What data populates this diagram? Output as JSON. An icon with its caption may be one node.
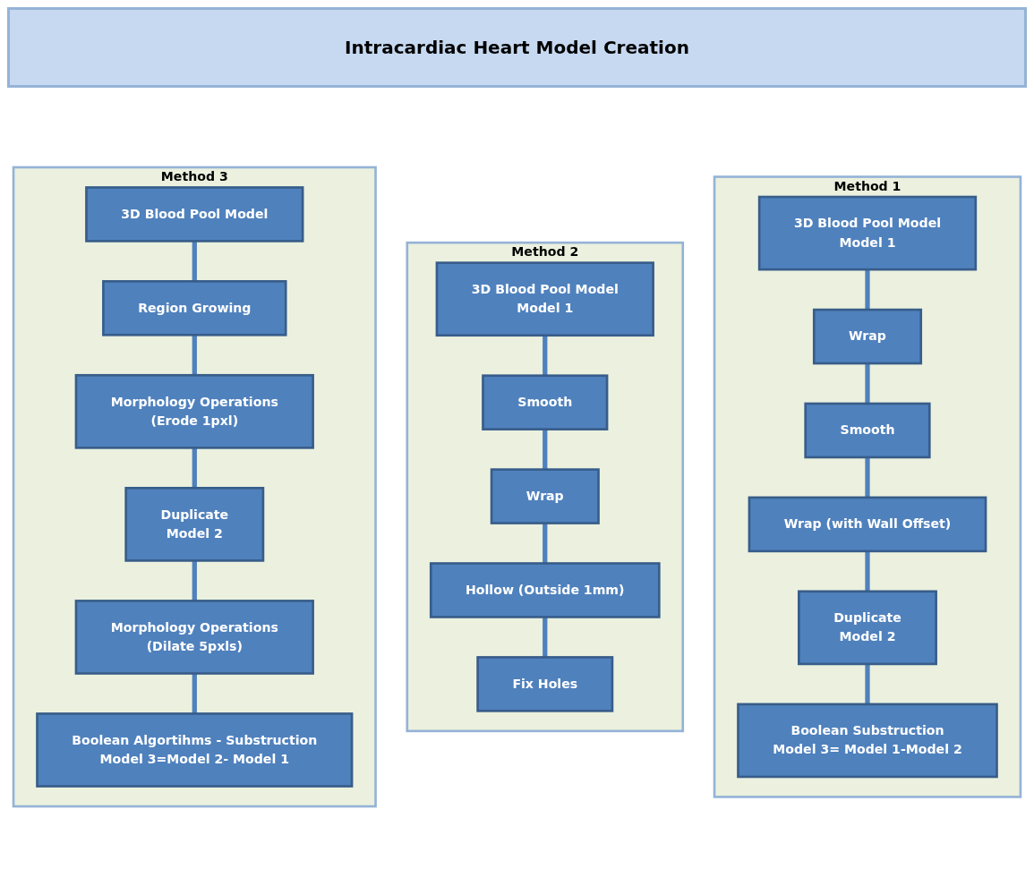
{
  "diagram": {
    "title": "Intracardiac Heart Model Creation",
    "nodes": [
      {
        "text": [
          "Method 1"
        ]
      },
      {
        "text": [
          "3D Blood Pool Model",
          "Model 1"
        ],
        "in": 0
      },
      {
        "text": [
          "Wrap"
        ],
        "in": 0
      },
      {
        "text": [
          "Smooth"
        ],
        "in": 0
      },
      {
        "text": [
          "Wrap (with Wall Offset)"
        ],
        "in": 0
      },
      {
        "text": [
          "Duplicate",
          "Model 2"
        ],
        "in": 0
      },
      {
        "text": [
          "Boolean Substruction",
          "Model 3= Model 1-Model 2"
        ],
        "in": 0
      },
      {
        "text": [
          "Method 2"
        ]
      },
      {
        "text": [
          "3D Blood Pool Model",
          "Model 1"
        ],
        "in": 7
      },
      {
        "text": [
          "Smooth"
        ],
        "in": 7
      },
      {
        "text": [
          "Wrap"
        ],
        "in": 7
      },
      {
        "text": [
          "Hollow (Outside 1mm)"
        ],
        "in": 7
      },
      {
        "text": [
          "Fix Holes"
        ],
        "in": 7
      },
      {
        "text": [
          "Method 3"
        ]
      },
      {
        "text": [
          "3D Blood Pool Model"
        ],
        "in": 13
      },
      {
        "text": [
          "Region Growing"
        ],
        "in": 13
      },
      {
        "text": [
          "Morphology Operations",
          "(Erode 1pxl)"
        ],
        "in": 13
      },
      {
        "text": [
          "Duplicate",
          "Model 2"
        ],
        "in": 13
      },
      {
        "text": [
          "Morphology Operations",
          "(Dilate 5pxls)"
        ],
        "in": 13
      },
      {
        "text": [
          "Boolean Algortihms - Substruction",
          "Model 3=Model 2- Model 1"
        ],
        "in": 13
      }
    ],
    "edges": [
      {
        "from": 1,
        "to": 2,
        "arrow": "none"
      },
      {
        "from": 2,
        "to": 3,
        "arrow": "none"
      },
      {
        "from": 3,
        "to": 4,
        "arrow": "none"
      },
      {
        "from": 4,
        "to": 5,
        "arrow": "none"
      },
      {
        "from": 5,
        "to": 6,
        "arrow": "none"
      },
      {
        "from": 8,
        "to": 9,
        "arrow": "none"
      },
      {
        "from": 9,
        "to": 10,
        "arrow": "none"
      },
      {
        "from": 10,
        "to": 11,
        "arrow": "none"
      },
      {
        "from": 11,
        "to": 12,
        "arrow": "none"
      },
      {
        "from": 14,
        "to": 15,
        "arrow": "none"
      },
      {
        "from": 15,
        "to": 16,
        "arrow": "none"
      },
      {
        "from": 16,
        "to": 17,
        "arrow": "none"
      },
      {
        "from": 17,
        "to": 18,
        "arrow": "none"
      },
      {
        "from": 18,
        "to": 19,
        "arrow": "none"
      }
    ]
  }
}
